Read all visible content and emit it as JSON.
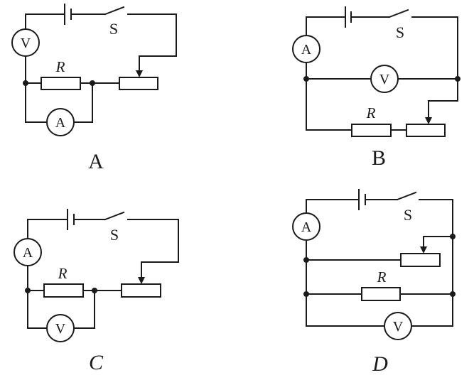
{
  "diagrams": [
    {
      "option_label": "A",
      "italic_label": false,
      "switch_label": "S",
      "resistor_label": "R",
      "meters": {
        "voltmeter": "V",
        "ammeter": "A"
      },
      "description": "Voltmeter in series with battery; ammeter in parallel with R; rheostat in series"
    },
    {
      "option_label": "B",
      "italic_label": false,
      "switch_label": "S",
      "resistor_label": "R",
      "meters": {
        "voltmeter": "V",
        "ammeter": "A"
      },
      "description": "Ammeter in series; voltmeter across R and rheostat combination"
    },
    {
      "option_label": "C",
      "italic_label": true,
      "switch_label": "S",
      "resistor_label": "R",
      "meters": {
        "voltmeter": "V",
        "ammeter": "A"
      },
      "description": "Ammeter in series; voltmeter in parallel with R; rheostat in series"
    },
    {
      "option_label": "D",
      "italic_label": true,
      "switch_label": "S",
      "resistor_label": "R",
      "meters": {
        "voltmeter": "V",
        "ammeter": "A"
      },
      "description": "Ammeter in series; rheostat, R and voltmeter all in parallel"
    }
  ]
}
